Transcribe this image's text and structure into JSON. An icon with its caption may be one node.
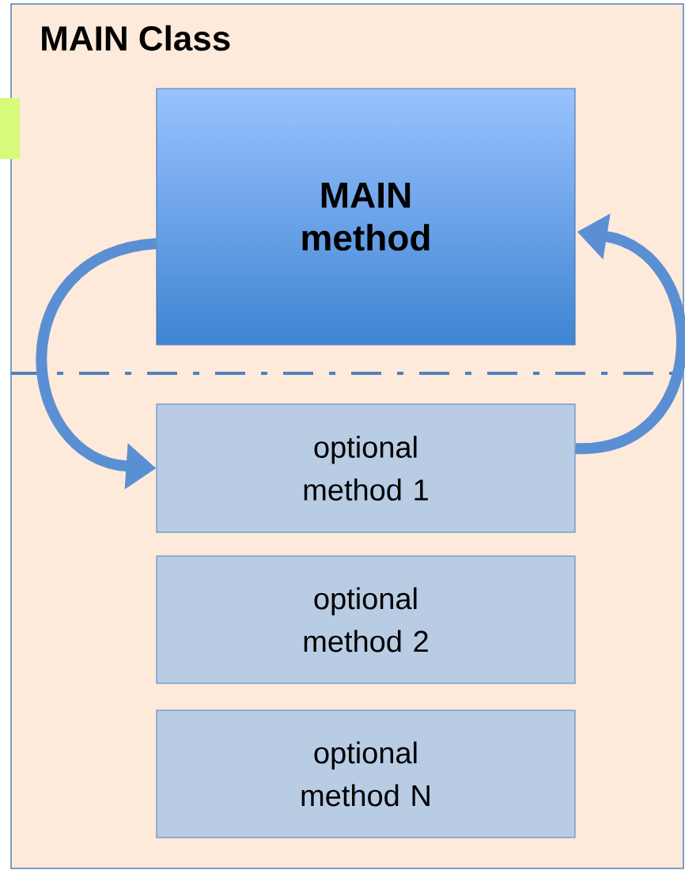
{
  "diagram": {
    "nodes": [
      {
        "text": [
          "MAIN Class"
        ]
      },
      {
        "text": [
          "MAIN method"
        ],
        "in": 0
      },
      {
        "text": [
          "optional method 1"
        ],
        "in": 0
      },
      {
        "text": [
          "optional method 2"
        ],
        "in": 0
      },
      {
        "text": [
          "optional method N"
        ],
        "in": 0
      },
      {
        "text": [],
        "shape": "box"
      }
    ],
    "edges": [
      {
        "from": 1,
        "to": 2,
        "arrow": "to"
      },
      {
        "from": 2,
        "to": 1,
        "arrow": "to"
      }
    ]
  }
}
